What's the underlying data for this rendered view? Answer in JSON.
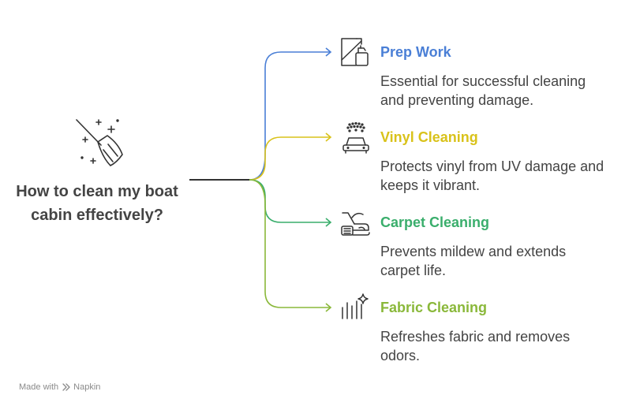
{
  "diagram": {
    "title": "How to clean my boat cabin effectively?",
    "branches": [
      {
        "title": "Prep Work",
        "description": "Essential for successful cleaning and preventing damage.",
        "color": "#4a7fd6",
        "icon": "spray-bottle-icon"
      },
      {
        "title": "Vinyl Cleaning",
        "description": "Protects vinyl from UV damage and keeps it vibrant.",
        "color": "#d9c21a",
        "icon": "car-wash-icon"
      },
      {
        "title": "Carpet Cleaning",
        "description": "Prevents mildew and extends carpet life.",
        "color": "#3aae6c",
        "icon": "vacuum-cleaner-icon"
      },
      {
        "title": "Fabric Cleaning",
        "description": "Refreshes fabric and removes odors.",
        "color": "#8ab83a",
        "icon": "fabric-sparkle-icon"
      }
    ]
  },
  "footer": {
    "made_with": "Made with",
    "brand": "Napkin"
  }
}
